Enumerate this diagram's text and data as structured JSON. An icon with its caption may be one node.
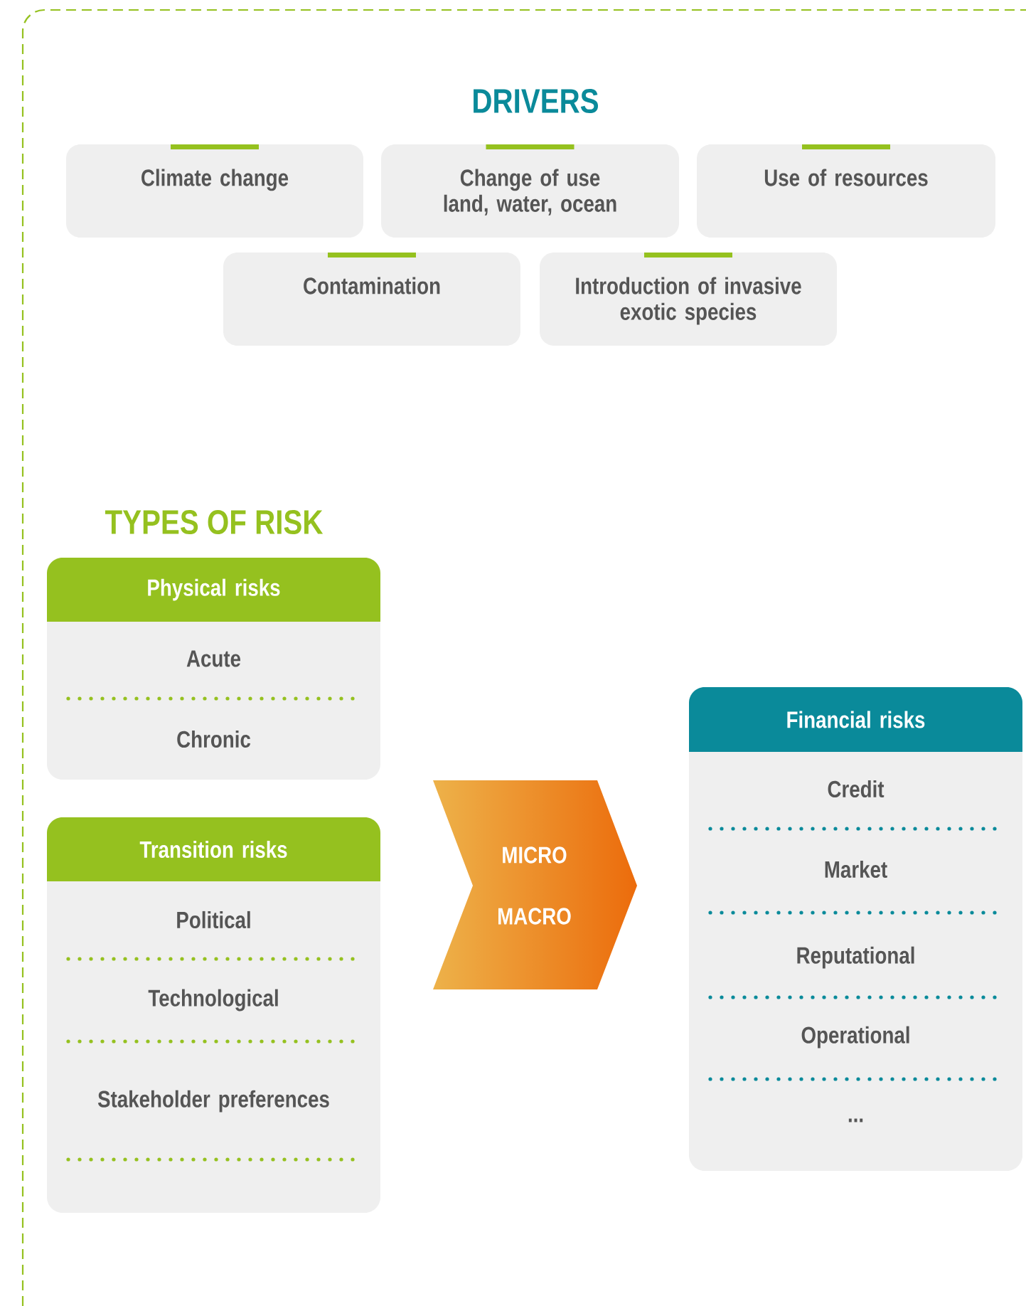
{
  "diagram": {
    "nodes": [
      {
        "text": [
          "Climate change"
        ]
      },
      {
        "text": [
          "Change of use land, water, ocean"
        ]
      },
      {
        "text": [
          "Use of resources"
        ]
      },
      {
        "text": [
          "Contamination"
        ]
      },
      {
        "text": [
          "Introduction of invasive exotic species"
        ]
      },
      {
        "text": [
          "Physical risks",
          "Acute",
          "Chronic"
        ]
      },
      {
        "text": [
          "Transition risks",
          "Political",
          "Technological",
          "Stakeholder preferences"
        ]
      },
      {
        "text": [
          "MICRO",
          "MACRO"
        ]
      },
      {
        "text": [
          "Financial risks",
          "Credit",
          "Market",
          "Reputational",
          "Operational",
          "..."
        ]
      }
    ],
    "labels": [
      "DRIVERS",
      "TYPES OF RISK"
    ]
  }
}
